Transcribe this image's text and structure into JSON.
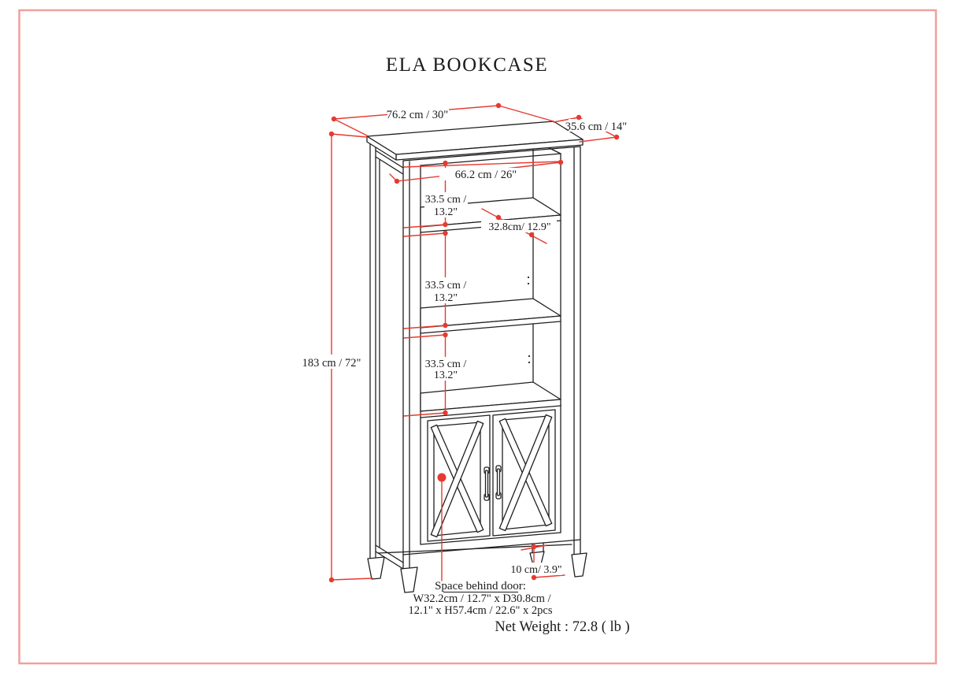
{
  "title": "ELA BOOKCASE",
  "labels": {
    "width": "76.2 cm / 30\"",
    "depth": "35.6 cm / 14\"",
    "height": "183 cm / 72\"",
    "interior_width": "66.2 cm / 26\"",
    "shelf_gap_1_line1": "33.5 cm /",
    "shelf_gap_1_line2": "13.2\"",
    "shelf_gap_2_line1": "33.5 cm /",
    "shelf_gap_2_line2": "13.2\"",
    "shelf_gap_3_line1": "33.5 cm /",
    "shelf_gap_3_line2": "13.2\"",
    "shelf_depth": "32.8cm/ 12.9\"",
    "leg_clearance": "10 cm/ 3.9\"",
    "space_behind_door_title": "Space behind door:",
    "space_behind_door_line2": "W32.2cm / 12.7\" x D30.8cm /",
    "space_behind_door_line3": "12.1\" x H57.4cm / 22.6\" x 2pcs",
    "net_weight": "Net Weight : 72.8 ( lb )"
  },
  "colors": {
    "dimension_red": "#e63a31",
    "drawing_black": "#1f1f1f",
    "page_border_pink": "#f0a09c",
    "background": "#ffffff"
  }
}
